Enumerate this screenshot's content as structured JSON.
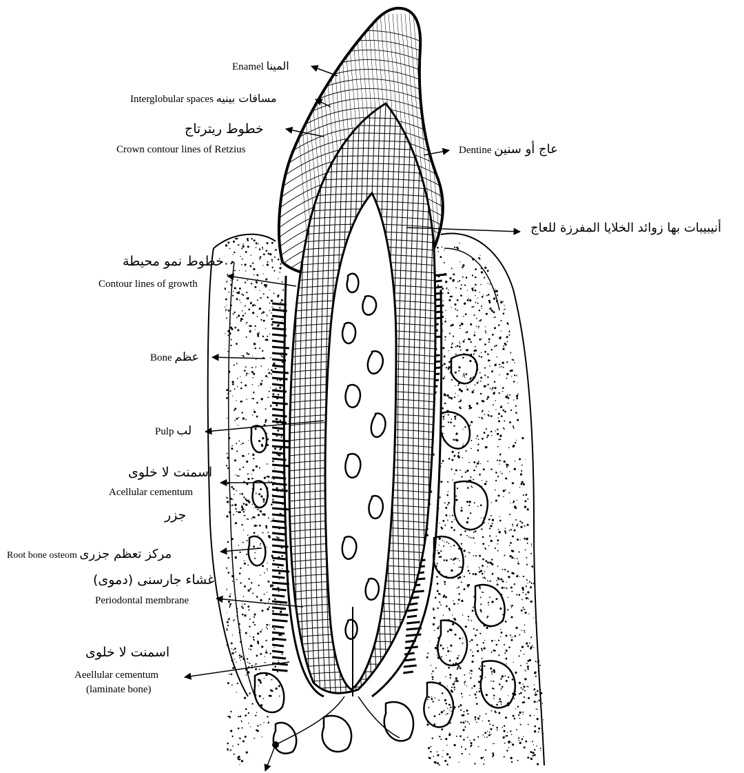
{
  "labels": {
    "enamel_ar": "المينا",
    "enamel_en": "Enamel",
    "interglobular_ar": "مسافات بينيه",
    "interglobular_en": "Interglobular spaces",
    "retzius_ar": "خطوط ريترتاج",
    "retzius_en": "Crown contour lines of Retzius",
    "dentine_ar": "عاج أو سنين",
    "dentine_en": "Dentine",
    "tubules_ar": "أنيبيبات بها زوائد الخلايا المفرزة للعاج",
    "growth_ar": "خطوط نمو محيطة",
    "growth_en": "Contour lines of growth",
    "bone_ar": "عظم",
    "bone_en": "Bone",
    "pulp_ar": "لب",
    "pulp_en": "Pulp",
    "acell1_ar": "اسمنت لا خلوى",
    "acell1_en": "Acellular cementum",
    "root_word_ar": "جزر",
    "rootbone_ar": "مركز تعظم جزرى",
    "rootbone_en": "Root bone osteom",
    "perio_ar": "غشاء جارسنى (دموى)",
    "perio_en": "Periodontal membrane",
    "acell2_ar": "اسمنت لا خلوى",
    "acell2_en": "Aeellular cementum",
    "laminate_en": "(laminate bone)"
  },
  "colors": {
    "ink": "#000000",
    "paper": "#ffffff"
  }
}
